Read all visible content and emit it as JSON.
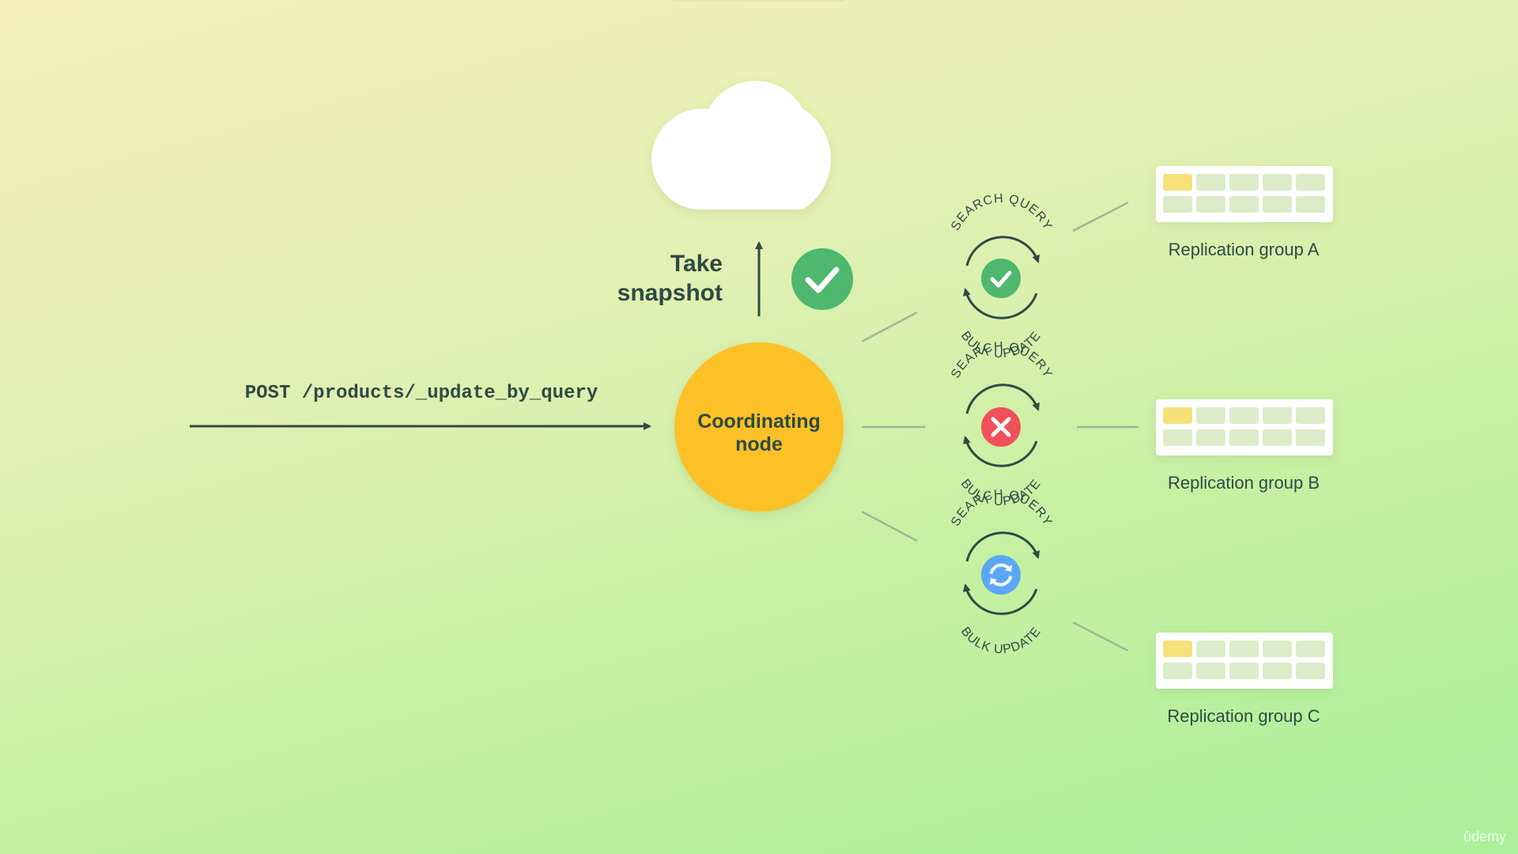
{
  "request": {
    "label": "POST /products/_update_by_query"
  },
  "coordinating_node": {
    "line1": "Coordinating",
    "line2": "node",
    "color": "#fcc125"
  },
  "snapshot": {
    "line1": "Take",
    "line2": "snapshot",
    "status_icon": "check-circle-icon",
    "status_color": "#4db86e"
  },
  "cycles": [
    {
      "top_label": "SEARCH QUERY",
      "bottom_label": "BULK UPDATE",
      "status_icon": "check-icon",
      "status_color": "#4db86e"
    },
    {
      "top_label": "SEARCH QUERY",
      "bottom_label": "BULK UPDATE",
      "status_icon": "close-icon",
      "status_color": "#f0505a"
    },
    {
      "top_label": "SEARCH QUERY",
      "bottom_label": "BULK UPDATE",
      "status_icon": "refresh-icon",
      "status_color": "#5aa8f5"
    }
  ],
  "groups": [
    {
      "label": "Replication group A"
    },
    {
      "label": "Replication group B"
    },
    {
      "label": "Replication group C"
    }
  ],
  "watermark": "ûdemy",
  "colors": {
    "text": "#2f4a44",
    "shard_highlight": "#f6e07a",
    "shard_cell": "#dcecc8",
    "connector": "#9cb994"
  }
}
